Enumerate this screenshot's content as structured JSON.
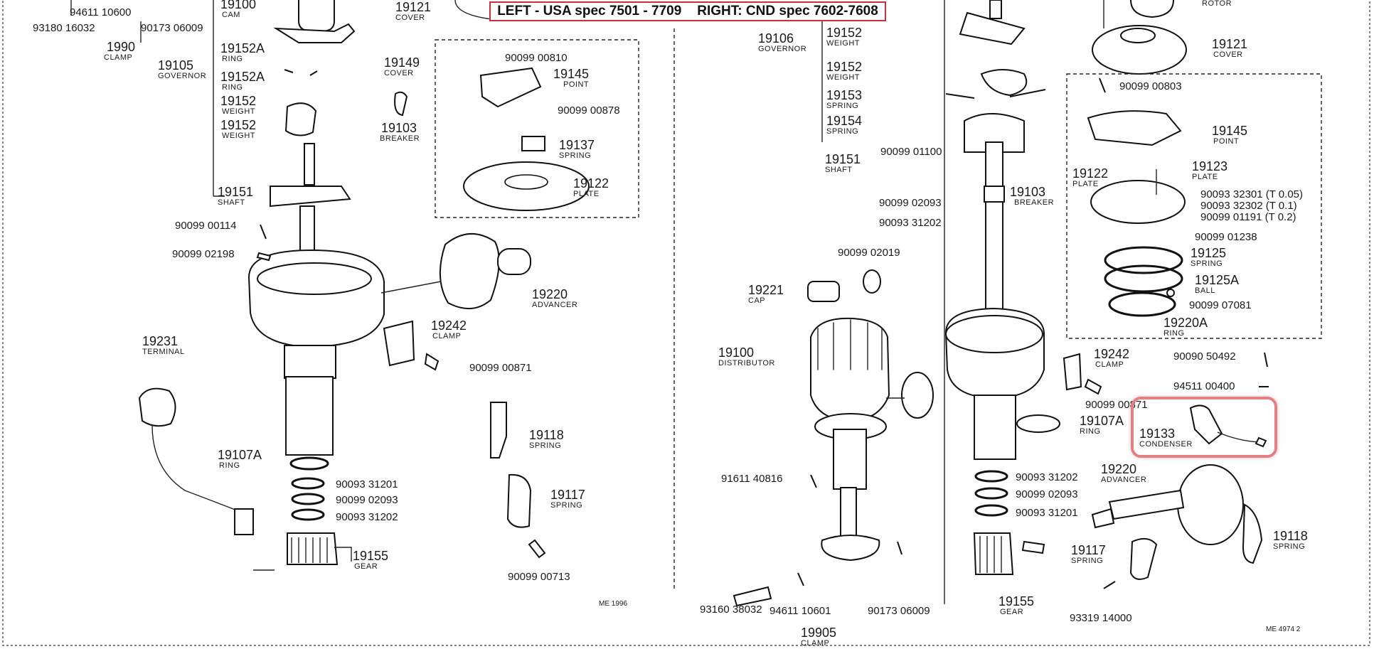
{
  "banner": {
    "left": "LEFT - USA spec 7501 - 7709",
    "right": "RIGHT: CND spec 7602-7608"
  },
  "left_callouts": [
    {
      "id": "l1",
      "num": "19100",
      "name": "CAM"
    },
    {
      "id": "l2",
      "num": "94611 10600",
      "name": ""
    },
    {
      "id": "l3",
      "num": "93180 16032",
      "name": ""
    },
    {
      "id": "l4",
      "num": "90173 06009",
      "name": ""
    },
    {
      "id": "l5",
      "num": "1990",
      "name": "CLAMP"
    },
    {
      "id": "l6",
      "num": "19121",
      "name": "COVER"
    },
    {
      "id": "l7",
      "num": "19152A",
      "name": "RING"
    },
    {
      "id": "l8",
      "num": "19105",
      "name": "GOVERNOR"
    },
    {
      "id": "l9",
      "num": "19152A",
      "name": "RING"
    },
    {
      "id": "l10",
      "num": "19152",
      "name": "WEIGHT"
    },
    {
      "id": "l11",
      "num": "19152",
      "name": "WEIGHT"
    },
    {
      "id": "l12",
      "num": "19149",
      "name": "COVER"
    },
    {
      "id": "l13",
      "num": "90099 00810",
      "name": ""
    },
    {
      "id": "l14",
      "num": "19145",
      "name": "POINT"
    },
    {
      "id": "l15",
      "num": "19103",
      "name": "BREAKER"
    },
    {
      "id": "l16",
      "num": "90099 00878",
      "name": ""
    },
    {
      "id": "l17",
      "num": "19137",
      "name": "SPRING"
    },
    {
      "id": "l18",
      "num": "19122",
      "name": "PLATE"
    },
    {
      "id": "l19",
      "num": "19151",
      "name": "SHAFT"
    },
    {
      "id": "l20",
      "num": "90099 00114",
      "name": ""
    },
    {
      "id": "l21",
      "num": "90099 02198",
      "name": ""
    },
    {
      "id": "l22",
      "num": "19220",
      "name": "ADVANCER"
    },
    {
      "id": "l23",
      "num": "19242",
      "name": "CLAMP"
    },
    {
      "id": "l24",
      "num": "19231",
      "name": "TERMINAL"
    },
    {
      "id": "l25",
      "num": "90099 00871",
      "name": ""
    },
    {
      "id": "l26",
      "num": "19107A",
      "name": "RING"
    },
    {
      "id": "l27",
      "num": "90093 31201",
      "name": ""
    },
    {
      "id": "l28",
      "num": "90099 02093",
      "name": ""
    },
    {
      "id": "l29",
      "num": "90093 31202",
      "name": ""
    },
    {
      "id": "l30",
      "num": "19118",
      "name": "SPRING"
    },
    {
      "id": "l31",
      "num": "19117",
      "name": "SPRING"
    },
    {
      "id": "l32",
      "num": "19155",
      "name": "GEAR"
    },
    {
      "id": "l33",
      "num": "90099 00713",
      "name": ""
    },
    {
      "id": "l34",
      "num": "ME 1996",
      "name": ""
    }
  ],
  "right_callouts": [
    {
      "id": "r1",
      "num": "ROTOR",
      "name": ""
    },
    {
      "id": "r2",
      "num": "19152",
      "name": "WEIGHT"
    },
    {
      "id": "r3",
      "num": "19106",
      "name": "GOVERNOR"
    },
    {
      "id": "r4",
      "num": "19121",
      "name": "COVER"
    },
    {
      "id": "r5",
      "num": "19152",
      "name": "WEIGHT"
    },
    {
      "id": "r6",
      "num": "90099 00803",
      "name": ""
    },
    {
      "id": "r7",
      "num": "19153",
      "name": "SPRING"
    },
    {
      "id": "r8",
      "num": "19154",
      "name": "SPRING"
    },
    {
      "id": "r9",
      "num": "19145",
      "name": "POINT"
    },
    {
      "id": "r10",
      "num": "19151",
      "name": "SHAFT"
    },
    {
      "id": "r11",
      "num": "90099 01100",
      "name": ""
    },
    {
      "id": "r12",
      "num": "19122",
      "name": "PLATE"
    },
    {
      "id": "r13",
      "num": "19123",
      "name": "PLATE"
    },
    {
      "id": "r14",
      "num": "90099 02093",
      "name": ""
    },
    {
      "id": "r15",
      "num": "19103",
      "name": "BREAKER"
    },
    {
      "id": "r16",
      "num": "90093 32301 (T 0.05)",
      "name": ""
    },
    {
      "id": "r17",
      "num": "90093 32302 (T 0.1)",
      "name": ""
    },
    {
      "id": "r18",
      "num": "90099 01191 (T 0.2)",
      "name": ""
    },
    {
      "id": "r19",
      "num": "90093 31202",
      "name": ""
    },
    {
      "id": "r20",
      "num": "90099 01238",
      "name": ""
    },
    {
      "id": "r21",
      "num": "90099 02019",
      "name": ""
    },
    {
      "id": "r22",
      "num": "19125",
      "name": "SPRING"
    },
    {
      "id": "r23",
      "num": "19125A",
      "name": "BALL"
    },
    {
      "id": "r24",
      "num": "19221",
      "name": "CAP"
    },
    {
      "id": "r25",
      "num": "90099 07081",
      "name": ""
    },
    {
      "id": "r26",
      "num": "19220A",
      "name": "RING"
    },
    {
      "id": "r27",
      "num": "19100",
      "name": "DISTRIBUTOR"
    },
    {
      "id": "r28",
      "num": "19242",
      "name": "CLAMP"
    },
    {
      "id": "r29",
      "num": "90090 50492",
      "name": ""
    },
    {
      "id": "r30",
      "num": "94511 00400",
      "name": ""
    },
    {
      "id": "r31",
      "num": "90099 00871",
      "name": ""
    },
    {
      "id": "r32",
      "num": "19107A",
      "name": "RING"
    },
    {
      "id": "r33",
      "num": "19133",
      "name": "CONDENSER"
    },
    {
      "id": "r34",
      "num": "91611 40816",
      "name": ""
    },
    {
      "id": "r35",
      "num": "90093 31202",
      "name": ""
    },
    {
      "id": "r36",
      "num": "90099 02093",
      "name": ""
    },
    {
      "id": "r37",
      "num": "19220",
      "name": "ADVANCER"
    },
    {
      "id": "r38",
      "num": "90093 31201",
      "name": ""
    },
    {
      "id": "r39",
      "num": "19117",
      "name": "SPRING"
    },
    {
      "id": "r40",
      "num": "19118",
      "name": "SPRING"
    },
    {
      "id": "r41",
      "num": "93160 38032",
      "name": ""
    },
    {
      "id": "r42",
      "num": "94611 10601",
      "name": ""
    },
    {
      "id": "r43",
      "num": "90173 06009",
      "name": ""
    },
    {
      "id": "r44",
      "num": "19155",
      "name": "GEAR"
    },
    {
      "id": "r45",
      "num": "93319 14000",
      "name": ""
    },
    {
      "id": "r46",
      "num": "19905",
      "name": "CLAMP"
    },
    {
      "id": "r47",
      "num": "ME 4974 2",
      "name": ""
    }
  ],
  "highlight": {
    "label": "19133 CONDENSER",
    "color": "#e57f86"
  },
  "colors": {
    "banner_border": "#c8323a",
    "ink": "#1a1a1a"
  }
}
